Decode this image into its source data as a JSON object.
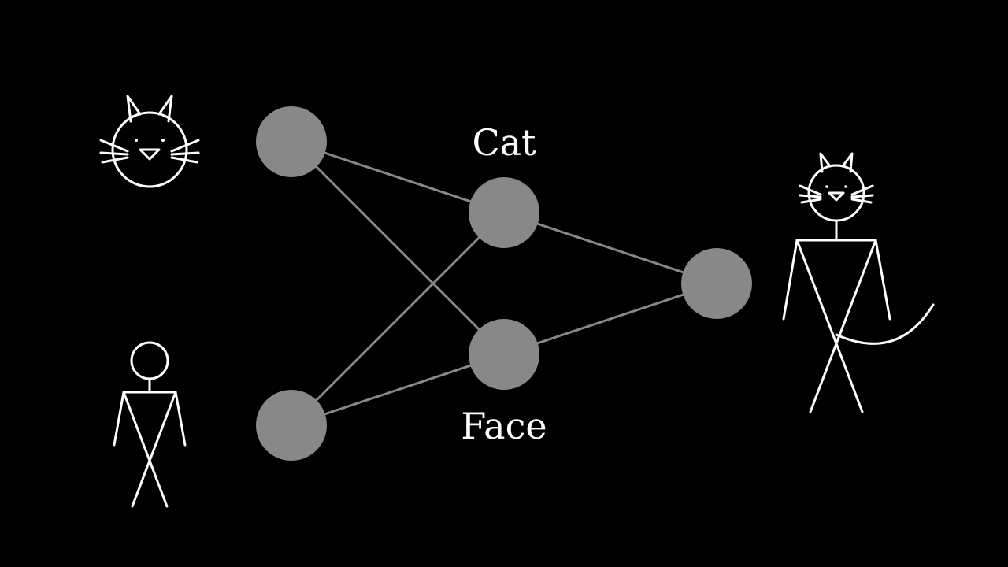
{
  "colors": {
    "background": "#000000",
    "node": "#888888",
    "edge": "#888888",
    "doodle": "#ffffff",
    "text": "#ffffff"
  },
  "labels": {
    "hidden_top": "Cat",
    "hidden_bottom": "Face"
  },
  "icons": {
    "input_top": "cat-head-icon",
    "input_bottom": "stick-figure-icon",
    "output": "cat-person-icon"
  },
  "network": {
    "layers": [
      2,
      2,
      1
    ],
    "connections": [
      [
        "input-1",
        "hidden-cat"
      ],
      [
        "input-1",
        "hidden-face"
      ],
      [
        "input-2",
        "hidden-cat"
      ],
      [
        "input-2",
        "hidden-face"
      ],
      [
        "hidden-cat",
        "output"
      ],
      [
        "hidden-face",
        "output"
      ]
    ]
  }
}
